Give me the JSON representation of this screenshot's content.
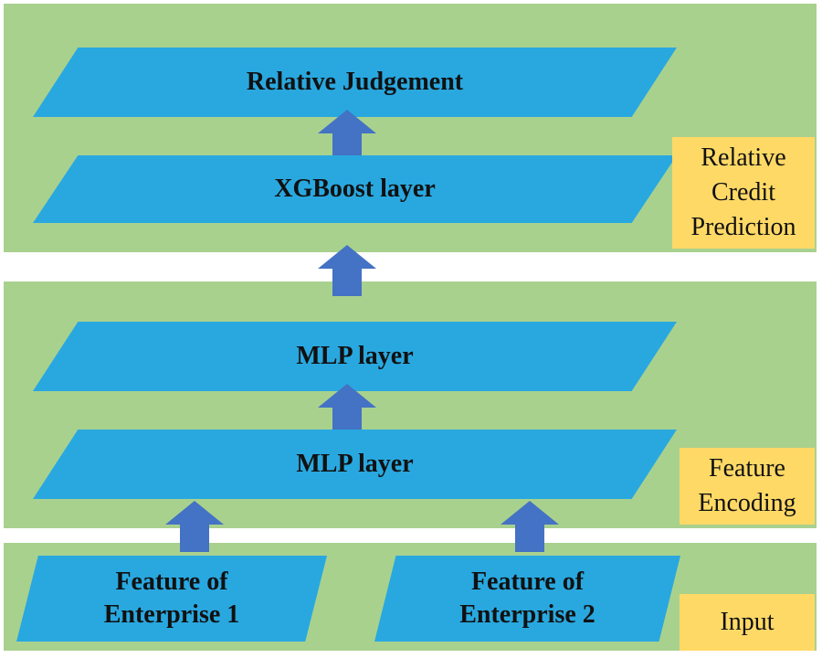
{
  "layers": {
    "relative_judgement": "Relative Judgement",
    "xgboost": "XGBoost layer",
    "mlp_upper": "MLP layer",
    "mlp_lower": "MLP layer",
    "enterprise_1": [
      "Feature of",
      "Enterprise 1"
    ],
    "enterprise_2": [
      "Feature of",
      "Enterprise 2"
    ]
  },
  "stage_labels": {
    "relative_credit_prediction": [
      "Relative",
      "Credit",
      "Prediction"
    ],
    "feature_encoding": [
      "Feature",
      "Encoding"
    ],
    "input": [
      "Input"
    ]
  },
  "colors": {
    "band_green": "#a9d18e",
    "layer_blue": "#29a8e0",
    "arrow_blue": "#4472c4",
    "label_yellow": "#ffd966"
  }
}
